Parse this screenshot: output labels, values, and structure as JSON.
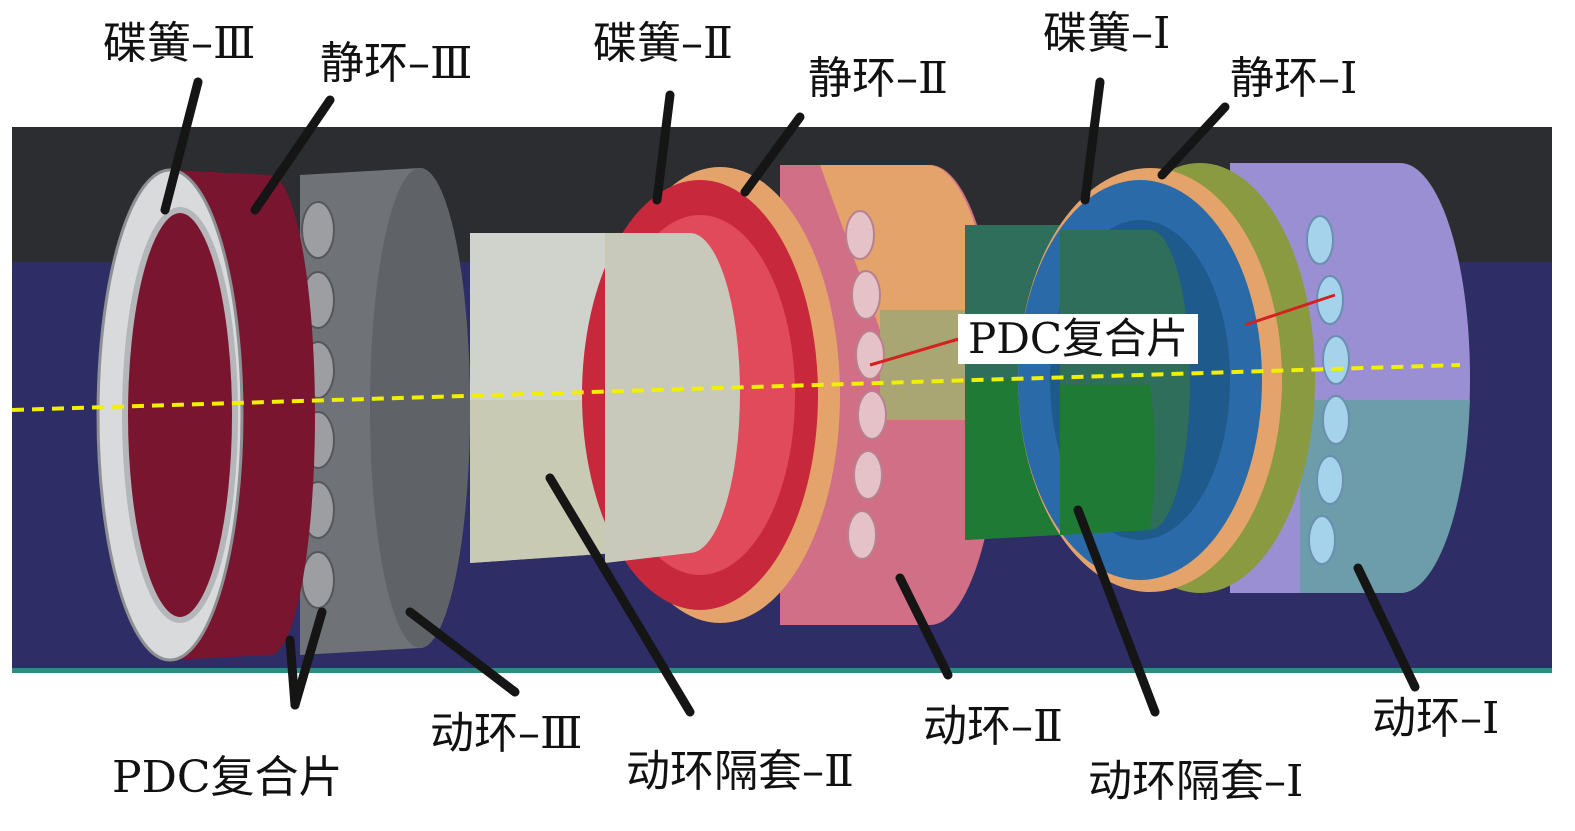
{
  "labels": {
    "spring_3": "碟簧–Ⅲ",
    "static_3": "静环–Ⅲ",
    "spring_2": "碟簧–Ⅱ",
    "static_2": "静环–Ⅱ",
    "spring_1": "碟簧–Ⅰ",
    "static_1": "静环–Ⅰ",
    "pdc_inner": "PDC复合片",
    "pdc_bottom": "PDC复合片",
    "dynamic_3": "动环–Ⅲ",
    "sleeve_2": "动环隔套–Ⅱ",
    "dynamic_2": "动环–Ⅱ",
    "sleeve_1": "动环隔套–Ⅰ",
    "dynamic_1": "动环–Ⅰ"
  },
  "colors": {
    "background_top": "#2b2d30",
    "background_main": "#2e2d66",
    "spring_3": "#7a1530",
    "static_3_shell": "#6f7277",
    "sleeve_2": "#d0d2cc",
    "spring_2": "#c8283c",
    "static_2": "#e3a36a",
    "dynamic_2": "#d06f86",
    "sleeve_1": "#2f6e5a",
    "spring_1": "#2a6aa8",
    "static_1": "#8a9a40",
    "dynamic_1": "#9a8fd2",
    "axis_line": "#f0f000",
    "pdc_pointer": "#d62020"
  }
}
